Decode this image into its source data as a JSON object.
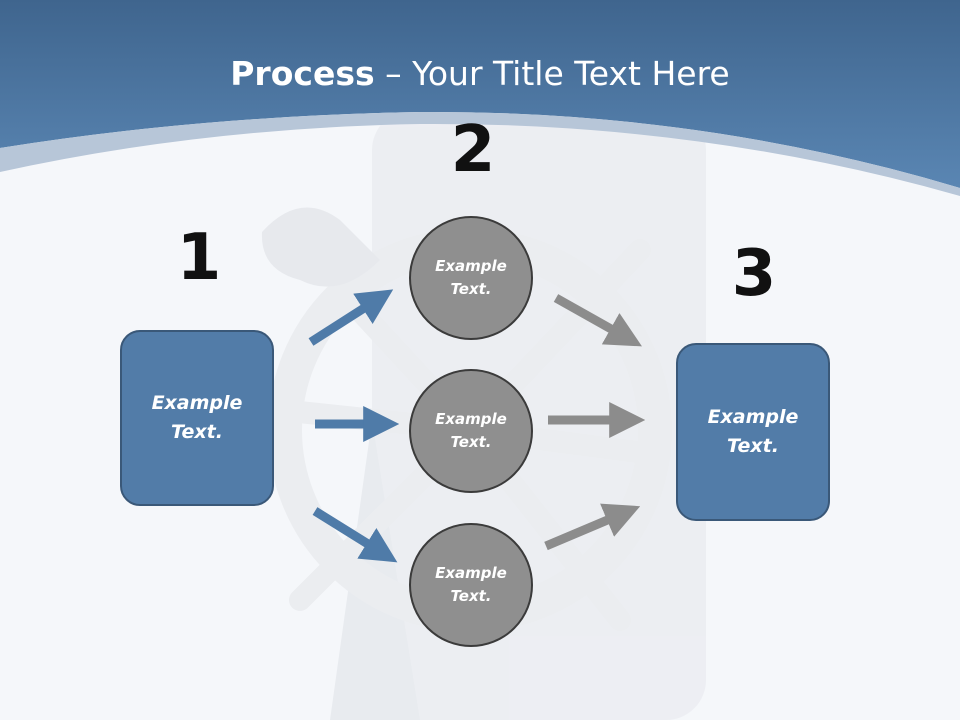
{
  "slide": {
    "title_bold": "Process",
    "title_rest": " – Your Title Text Here"
  },
  "steps": [
    {
      "number": "1",
      "text": "Example Text."
    },
    {
      "number": "2",
      "items": [
        "Example Text.",
        "Example Text.",
        "Example Text."
      ]
    },
    {
      "number": "3",
      "text": "Example Text."
    }
  ],
  "colors": {
    "header_blue": "#4d7aa6",
    "box_blue": "#527ca8",
    "circle_gray": "#8f8f8f",
    "arrow_blue": "#4f7ba8",
    "arrow_gray": "#8c8c8c"
  }
}
